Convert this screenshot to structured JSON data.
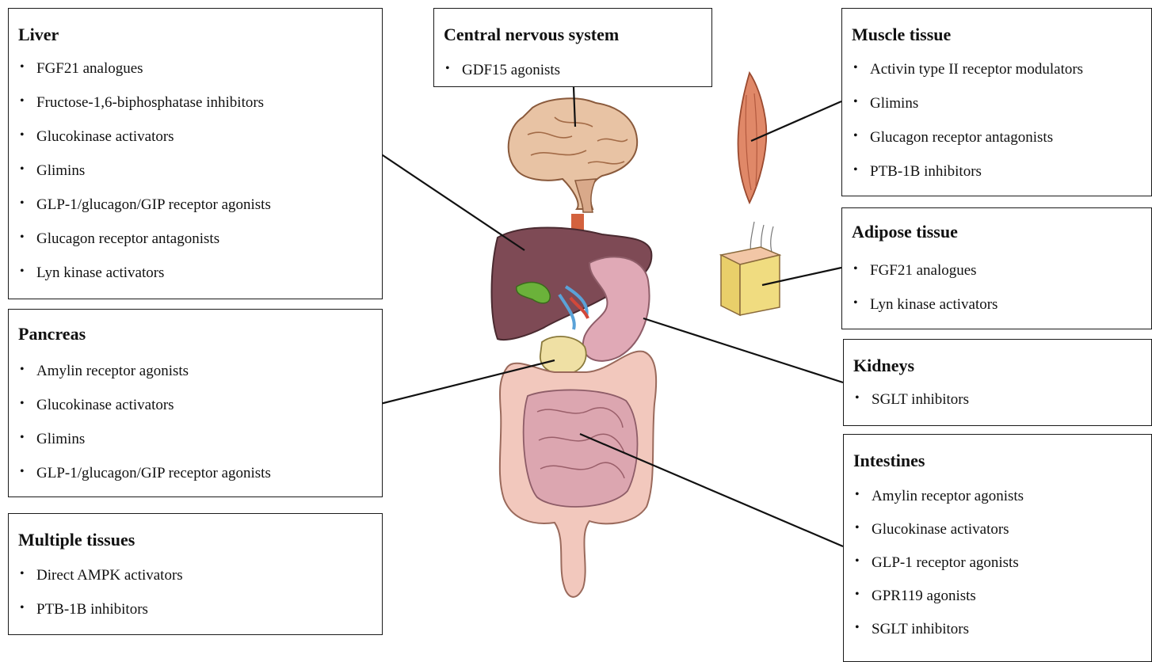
{
  "boxes": {
    "liver": {
      "title": "Liver",
      "items": [
        "FGF21 analogues",
        "Fructose-1,6-biphosphatase inhibitors",
        "Glucokinase activators",
        "Glimins",
        "GLP-1/glucagon/GIP receptor agonists",
        "Glucagon receptor antagonists",
        "Lyn kinase activators"
      ]
    },
    "cns": {
      "title": "Central nervous system",
      "items": [
        "GDF15 agonists"
      ]
    },
    "muscle": {
      "title": "Muscle tissue",
      "items": [
        "Activin type II receptor modulators",
        "Glimins",
        "Glucagon receptor antagonists",
        "PTB-1B inhibitors"
      ]
    },
    "adipose": {
      "title": "Adipose tissue",
      "items": [
        "FGF21 analogues",
        "Lyn kinase activators"
      ]
    },
    "kidneys": {
      "title": "Kidneys",
      "items": [
        "SGLT inhibitors"
      ]
    },
    "pancreas": {
      "title": "Pancreas",
      "items": [
        "Amylin receptor agonists",
        "Glucokinase activators",
        "Glimins",
        "GLP-1/glucagon/GIP receptor agonists"
      ]
    },
    "multiple": {
      "title": "Multiple tissues",
      "items": [
        "Direct AMPK activators",
        "PTB-1B inhibitors"
      ]
    },
    "intestines": {
      "title": "Intestines",
      "items": [
        "Amylin receptor agonists",
        "Glucokinase activators",
        "GLP-1 receptor agonists",
        "GPR119 agonists",
        "SGLT inhibitors"
      ]
    }
  },
  "colors": {
    "border": "#1a1a1a",
    "brain": "#e8c3a4",
    "liver": "#7e4a55",
    "stomach": "#e0a9b6",
    "intestine": "#f2c8bd",
    "muscle": "#e08868",
    "adipose": "#ecd77a"
  }
}
